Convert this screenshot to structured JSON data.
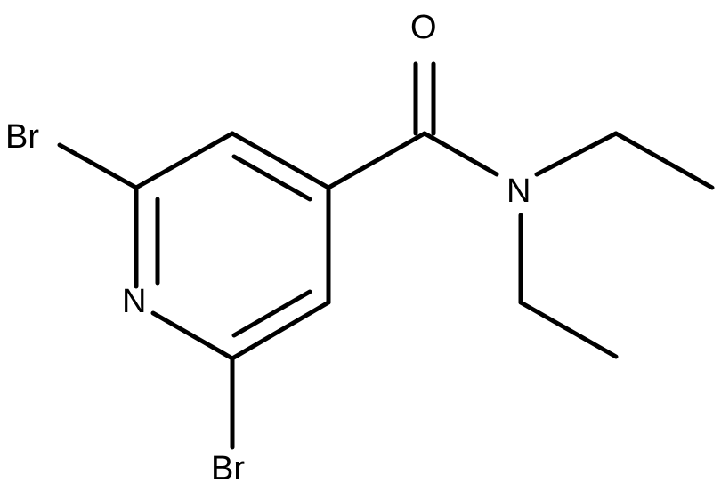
{
  "diagram": {
    "kind": "chemical-structure",
    "line_color": "#000000",
    "background": "#ffffff",
    "atoms": [
      {
        "id": "br1",
        "label": "Br"
      },
      {
        "id": "n1",
        "label": "N"
      },
      {
        "id": "br2",
        "label": "Br"
      },
      {
        "id": "o1",
        "label": "O"
      },
      {
        "id": "n2",
        "label": "N"
      }
    ]
  }
}
